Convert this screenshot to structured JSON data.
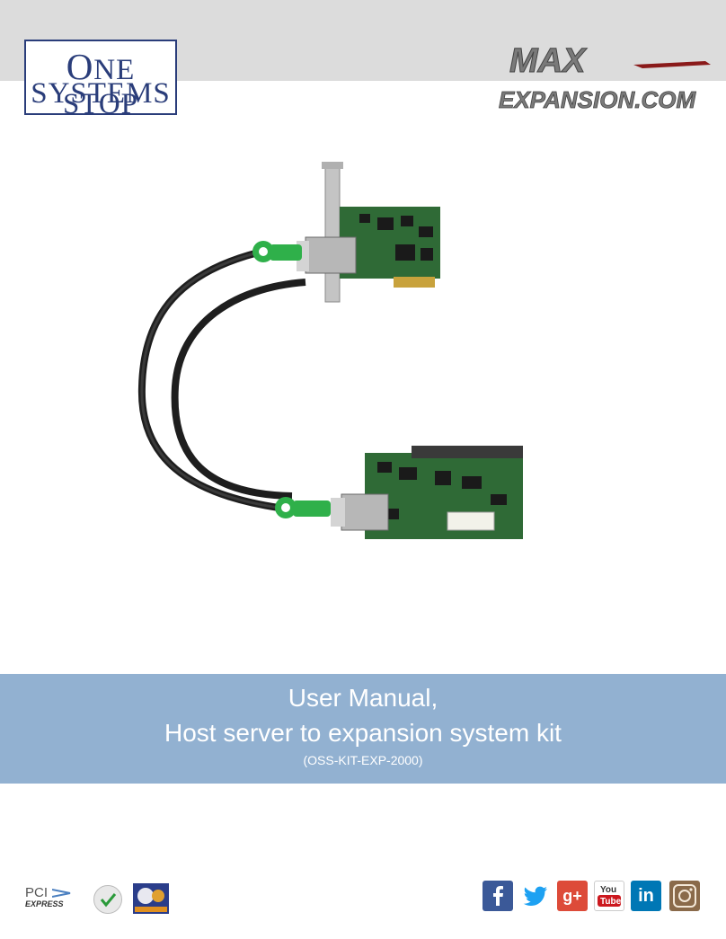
{
  "header": {
    "company_logo": {
      "line1_first": "O",
      "line1_rest": "NE STOP",
      "line2": "SYSTEMS"
    },
    "brand_logo": {
      "word1": "MAX",
      "word2": "EXPANSION.COM"
    }
  },
  "banner": {
    "title_line1": "User Manual,",
    "title_line2": "Host server to expansion system kit",
    "model": "(OSS-KIT-EXP-2000)"
  },
  "footer": {
    "pci_logo": {
      "top": "PCI",
      "bottom": "EXPRESS"
    },
    "social_icons": [
      "facebook-icon",
      "twitter-icon",
      "google-plus-icon",
      "youtube-icon",
      "linkedin-icon",
      "instagram-icon"
    ]
  },
  "colors": {
    "banner": "#92b1d1",
    "header_band": "#dcdcdc",
    "oss_blue": "#2a3d7a"
  }
}
